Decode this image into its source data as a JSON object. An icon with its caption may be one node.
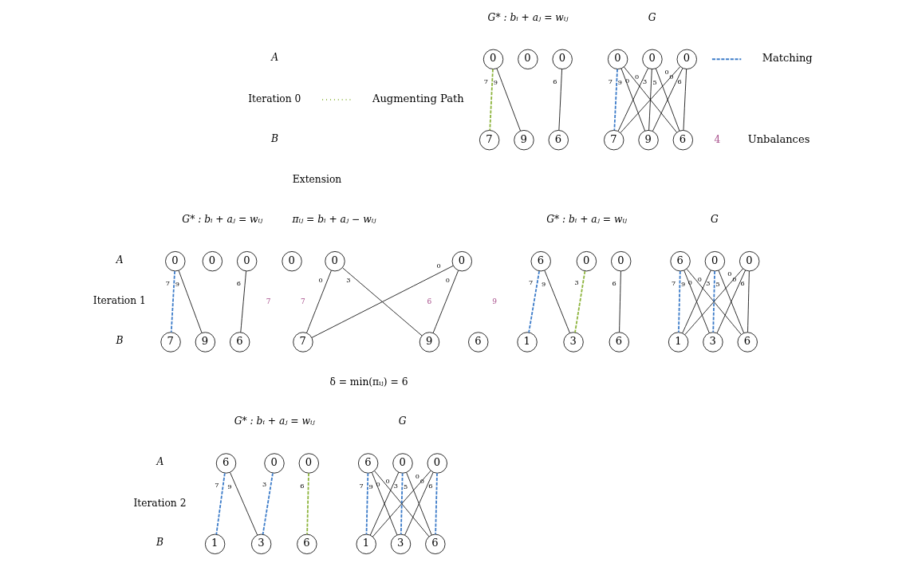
{
  "diagram": {
    "nodes": [
      {
        "text": [
          "0"
        ]
      },
      {
        "text": [
          "0"
        ]
      },
      {
        "text": [
          "0"
        ]
      },
      {
        "text": [
          "7"
        ]
      },
      {
        "text": [
          "9"
        ]
      },
      {
        "text": [
          "6"
        ]
      },
      {
        "text": [
          "0"
        ]
      },
      {
        "text": [
          "0"
        ]
      },
      {
        "text": [
          "0"
        ]
      },
      {
        "text": [
          "7"
        ]
      },
      {
        "text": [
          "9"
        ]
      },
      {
        "text": [
          "6"
        ]
      },
      {
        "text": [
          "0"
        ]
      },
      {
        "text": [
          "0"
        ]
      },
      {
        "text": [
          "0"
        ]
      },
      {
        "text": [
          "7"
        ]
      },
      {
        "text": [
          "9"
        ]
      },
      {
        "text": [
          "6"
        ]
      },
      {
        "text": [
          "0"
        ]
      },
      {
        "text": [
          "0"
        ]
      },
      {
        "text": [
          "0"
        ]
      },
      {
        "text": [
          "7"
        ]
      },
      {
        "text": [
          "9"
        ]
      },
      {
        "text": [
          "6"
        ]
      },
      {
        "text": [
          "6"
        ]
      },
      {
        "text": [
          "0"
        ]
      },
      {
        "text": [
          "0"
        ]
      },
      {
        "text": [
          "1"
        ]
      },
      {
        "text": [
          "3"
        ]
      },
      {
        "text": [
          "6"
        ]
      },
      {
        "text": [
          "6"
        ]
      },
      {
        "text": [
          "0"
        ]
      },
      {
        "text": [
          "0"
        ]
      },
      {
        "text": [
          "1"
        ]
      },
      {
        "text": [
          "3"
        ]
      },
      {
        "text": [
          "6"
        ]
      },
      {
        "text": [
          "6"
        ]
      },
      {
        "text": [
          "0"
        ]
      },
      {
        "text": [
          "0"
        ]
      },
      {
        "text": [
          "1"
        ]
      },
      {
        "text": [
          "3"
        ]
      },
      {
        "text": [
          "6"
        ]
      },
      {
        "text": [
          "6"
        ]
      },
      {
        "text": [
          "0"
        ]
      },
      {
        "text": [
          "0"
        ]
      },
      {
        "text": [
          "1"
        ]
      },
      {
        "text": [
          "3"
        ]
      },
      {
        "text": [
          "6"
        ]
      }
    ],
    "edges": [
      {
        "from": 0,
        "to": 3,
        "arrow": "none",
        "label": "7",
        "style": "dashed",
        "color": "#8db43d"
      },
      {
        "from": 0,
        "to": 4,
        "arrow": "none",
        "label": "9"
      },
      {
        "from": 2,
        "to": 5,
        "arrow": "none",
        "label": "6"
      },
      {
        "from": 6,
        "to": 9,
        "arrow": "none",
        "label": "7",
        "style": "dashed",
        "color": "#3d7cc9"
      },
      {
        "from": 6,
        "to": 10,
        "arrow": "none",
        "label": "9"
      },
      {
        "from": 6,
        "to": 11,
        "arrow": "none",
        "label": "0"
      },
      {
        "from": 7,
        "to": 9,
        "arrow": "none",
        "label": "0"
      },
      {
        "from": 7,
        "to": 10,
        "arrow": "none",
        "label": "3"
      },
      {
        "from": 7,
        "to": 11,
        "arrow": "none",
        "label": "5"
      },
      {
        "from": 8,
        "to": 9,
        "arrow": "none",
        "label": "0"
      },
      {
        "from": 8,
        "to": 10,
        "arrow": "none",
        "label": "0"
      },
      {
        "from": 8,
        "to": 11,
        "arrow": "none",
        "label": "6"
      },
      {
        "from": 12,
        "to": 15,
        "arrow": "none",
        "label": "7",
        "style": "dashed",
        "color": "#3d7cc9"
      },
      {
        "from": 12,
        "to": 16,
        "arrow": "none",
        "label": "9"
      },
      {
        "from": 14,
        "to": 17,
        "arrow": "none",
        "label": "6"
      },
      {
        "from": 19,
        "to": 21,
        "arrow": "none",
        "label": "0"
      },
      {
        "from": 20,
        "to": 21,
        "arrow": "none",
        "label": "0"
      },
      {
        "from": 19,
        "to": 22,
        "arrow": "none",
        "label": "3"
      },
      {
        "from": 20,
        "to": 22,
        "arrow": "none",
        "label": "0"
      },
      {
        "from": 24,
        "to": 27,
        "arrow": "none",
        "label": "7",
        "style": "dashed",
        "color": "#3d7cc9"
      },
      {
        "from": 24,
        "to": 28,
        "arrow": "none",
        "label": "9"
      },
      {
        "from": 25,
        "to": 28,
        "arrow": "none",
        "label": "3",
        "style": "dashed",
        "color": "#8db43d"
      },
      {
        "from": 26,
        "to": 29,
        "arrow": "none",
        "label": "6"
      },
      {
        "from": 30,
        "to": 33,
        "arrow": "none",
        "label": "7",
        "style": "dashed",
        "color": "#3d7cc9"
      },
      {
        "from": 30,
        "to": 34,
        "arrow": "none",
        "label": "9"
      },
      {
        "from": 30,
        "to": 35,
        "arrow": "none",
        "label": "0"
      },
      {
        "from": 31,
        "to": 33,
        "arrow": "none",
        "label": "0"
      },
      {
        "from": 31,
        "to": 34,
        "arrow": "none",
        "label": "3",
        "style": "dashed",
        "color": "#3d7cc9"
      },
      {
        "from": 31,
        "to": 35,
        "arrow": "none",
        "label": "5"
      },
      {
        "from": 32,
        "to": 33,
        "arrow": "none",
        "label": "0"
      },
      {
        "from": 32,
        "to": 34,
        "arrow": "none",
        "label": "0"
      },
      {
        "from": 32,
        "to": 35,
        "arrow": "none",
        "label": "6"
      },
      {
        "from": 36,
        "to": 39,
        "arrow": "none",
        "label": "7",
        "style": "dashed",
        "color": "#3d7cc9"
      },
      {
        "from": 36,
        "to": 40,
        "arrow": "none",
        "label": "9"
      },
      {
        "from": 37,
        "to": 40,
        "arrow": "none",
        "label": "3",
        "style": "dashed",
        "color": "#3d7cc9"
      },
      {
        "from": 38,
        "to": 41,
        "arrow": "none",
        "label": "6",
        "style": "dashed",
        "color": "#8db43d"
      },
      {
        "from": 42,
        "to": 45,
        "arrow": "none",
        "label": "7",
        "style": "dashed",
        "color": "#3d7cc9"
      },
      {
        "from": 42,
        "to": 46,
        "arrow": "none",
        "label": "9"
      },
      {
        "from": 42,
        "to": 47,
        "arrow": "none",
        "label": "0"
      },
      {
        "from": 43,
        "to": 45,
        "arrow": "none",
        "label": "0"
      },
      {
        "from": 43,
        "to": 46,
        "arrow": "none",
        "label": "3",
        "style": "dashed",
        "color": "#3d7cc9"
      },
      {
        "from": 43,
        "to": 47,
        "arrow": "none",
        "label": "5"
      },
      {
        "from": 44,
        "to": 45,
        "arrow": "none",
        "label": "0"
      },
      {
        "from": 44,
        "to": 46,
        "arrow": "none",
        "label": "0"
      },
      {
        "from": 44,
        "to": 47,
        "arrow": "none",
        "label": "6",
        "style": "dashed",
        "color": "#3d7cc9"
      }
    ],
    "labels": [
      "G* : bᵢ + aⱼ = wᵢⱼ",
      "G",
      "A",
      "Iteration 0",
      "B",
      "4",
      "Extension",
      "G* : bᵢ + aⱼ = wᵢⱼ",
      "πᵢⱼ = bᵢ + aⱼ − wᵢⱼ",
      "G* : bᵢ + aⱼ = wᵢⱼ",
      "G",
      "A",
      "Iteration 1",
      "B",
      "7",
      "7",
      "6",
      "9",
      "δ = min(πᵢⱼ) = 6",
      "G* : bᵢ + aⱼ = wᵢⱼ",
      "G",
      "A",
      "Iteration 2",
      "B"
    ],
    "legend": [
      {
        "text": "Matching"
      },
      {
        "text": "Augmenting Path"
      },
      {
        "text": "Unbalances"
      }
    ]
  }
}
